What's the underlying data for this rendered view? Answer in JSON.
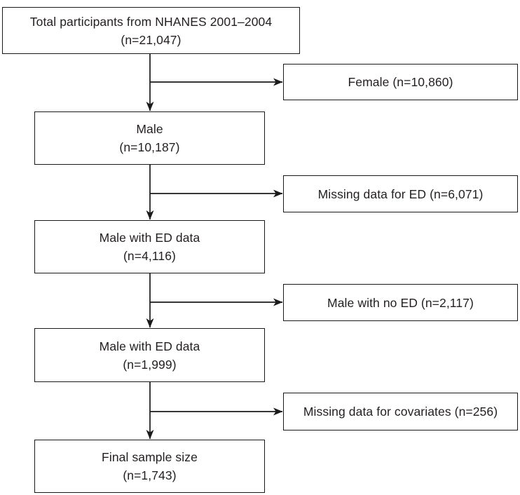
{
  "flow": {
    "main_boxes": [
      {
        "id": "total",
        "line1": "Total participants from NHANES 2001–2004",
        "line2": "(n=21,047)"
      },
      {
        "id": "male",
        "line1": "Male",
        "line2": "(n=10,187)"
      },
      {
        "id": "male_ed_data",
        "line1": "Male with ED data",
        "line2": "(n=4,116)"
      },
      {
        "id": "male_ed_final",
        "line1": "Male with ED data",
        "line2": "(n=1,999)"
      },
      {
        "id": "final_sample",
        "line1": "Final sample size",
        "line2": "(n=1,743)"
      }
    ],
    "exclusion_boxes": [
      {
        "id": "female",
        "label": "Female (n=10,860)"
      },
      {
        "id": "missing_ed",
        "label": "Missing data for ED (n=6,071)"
      },
      {
        "id": "male_no_ed",
        "label": "Male with no ED (n=2,117)"
      },
      {
        "id": "missing_covariates",
        "label": "Missing data for covariates (n=256)"
      }
    ],
    "colors": {
      "line": "#1a1a1a",
      "text": "#231f20",
      "background": "#ffffff"
    }
  }
}
